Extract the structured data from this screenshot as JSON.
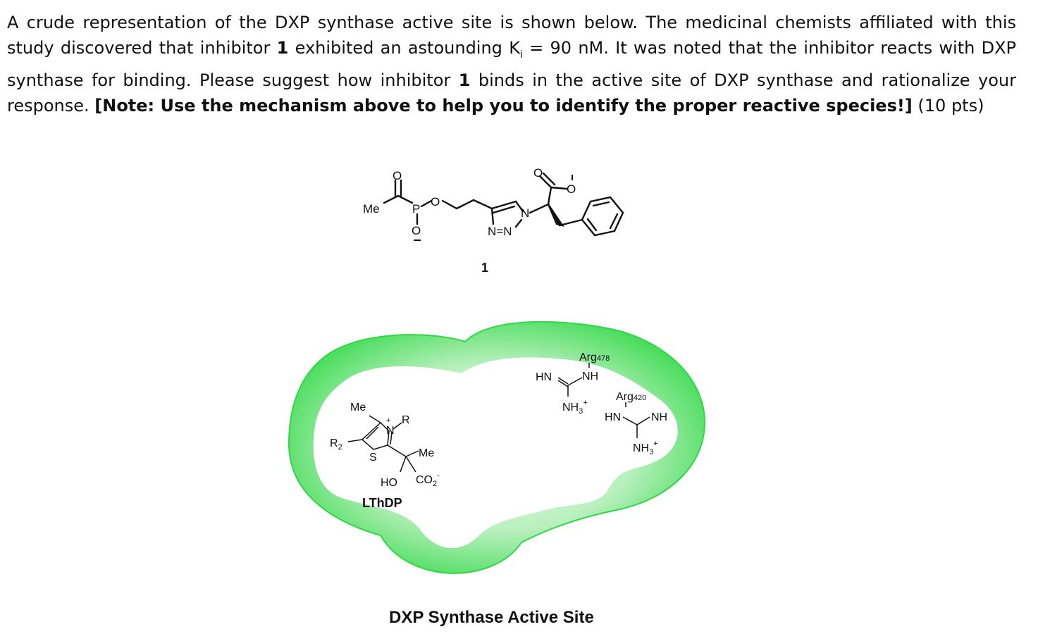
{
  "question": {
    "part1": "A crude representation of the DXP synthase active site is shown below.  The medicinal chemists affiliated with this study discovered that inhibitor ",
    "bold1": "1",
    "part2": " exhibited an astounding K",
    "ki_sub": "i",
    "part3": " = 90 nM.  It was noted that the inhibitor reacts with DXP synthase for binding.  Please suggest how inhibitor ",
    "bold2": "1",
    "part4": " binds in the active site of DXP synthase and rationalize your response. ",
    "note": "[Note: Use the mechanism above to help you to identify the proper reactive species!]",
    "points": " (10 pts)"
  },
  "inhibitor": {
    "label": "1",
    "atoms": {
      "me": "Me",
      "p": "P",
      "o_ester": "O",
      "o_top": "O",
      "o_minus": "O",
      "n1": "N",
      "n2": "N=N",
      "o_carbonyl": "O",
      "o_carboxylate": "O"
    }
  },
  "active_site": {
    "title": "DXP Synthase Active Site",
    "arg478": {
      "name": "Arg",
      "number": "478",
      "hn": "HN",
      "nh": "NH",
      "nh3": "NH",
      "nh3_sub": "3",
      "charge": "+"
    },
    "arg420": {
      "name": "Arg",
      "number": "420",
      "hn": "HN",
      "nh": "NH",
      "nh3": "NH",
      "nh3_sub": "3",
      "charge": "+"
    },
    "lthdp": {
      "label": "LThDP",
      "me_top": "Me",
      "r": "R",
      "n": "N",
      "n_charge": "+",
      "r2": "R",
      "r2_sub": "2",
      "s": "S",
      "me_side": "Me",
      "ho": "HO",
      "co2": "CO",
      "co2_sub": "2",
      "co2_charge": "-"
    },
    "colors": {
      "outer_green": "#3ddc4f",
      "light_green": "#d9f7dc",
      "inner": "#ffffff"
    }
  }
}
